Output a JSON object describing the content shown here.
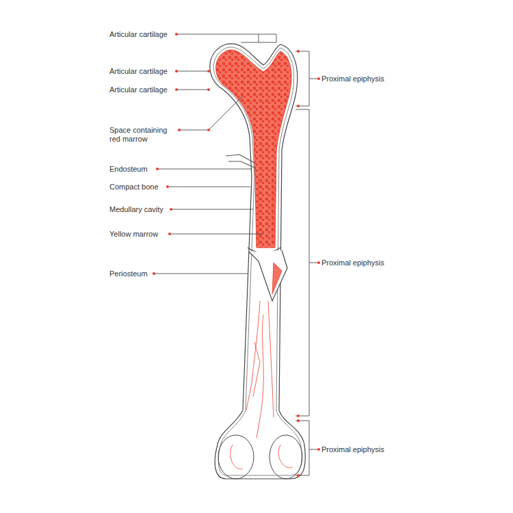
{
  "diagram": {
    "labels": [
      "Articular cartilage",
      "Articular cartilage",
      "Articular cartilage",
      "Space containing red marrow",
      "Endosteum",
      "Compact bone",
      "Medullary cavity",
      "Yellow marrow",
      "Periosteum",
      "Proximal epiphysis",
      "Proximal epiphysis",
      "Proximal epiphysis"
    ]
  }
}
